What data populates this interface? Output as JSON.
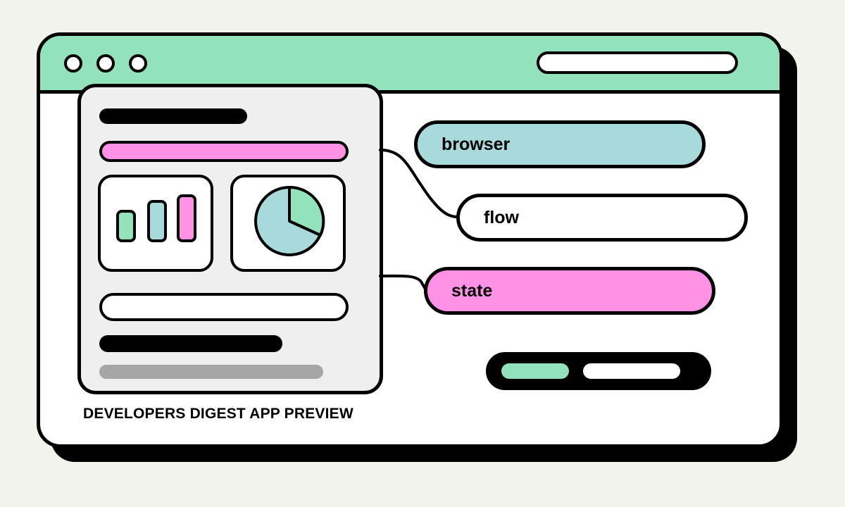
{
  "window": {
    "title_dots": [
      "window-dot-1",
      "window-dot-2",
      "window-dot-3"
    ],
    "address_bar": ""
  },
  "preview": {
    "caption": "DEVELOPERS DIGEST APP PREVIEW"
  },
  "tags": [
    {
      "label": "browser",
      "color": "#a8d9db"
    },
    {
      "label": "flow",
      "color": "#ffffff"
    },
    {
      "label": "state",
      "color": "#ff92e6"
    }
  ],
  "colors": {
    "accent_green": "#92e2bb",
    "accent_blue": "#a8d9db",
    "accent_pink": "#ff92e6"
  }
}
